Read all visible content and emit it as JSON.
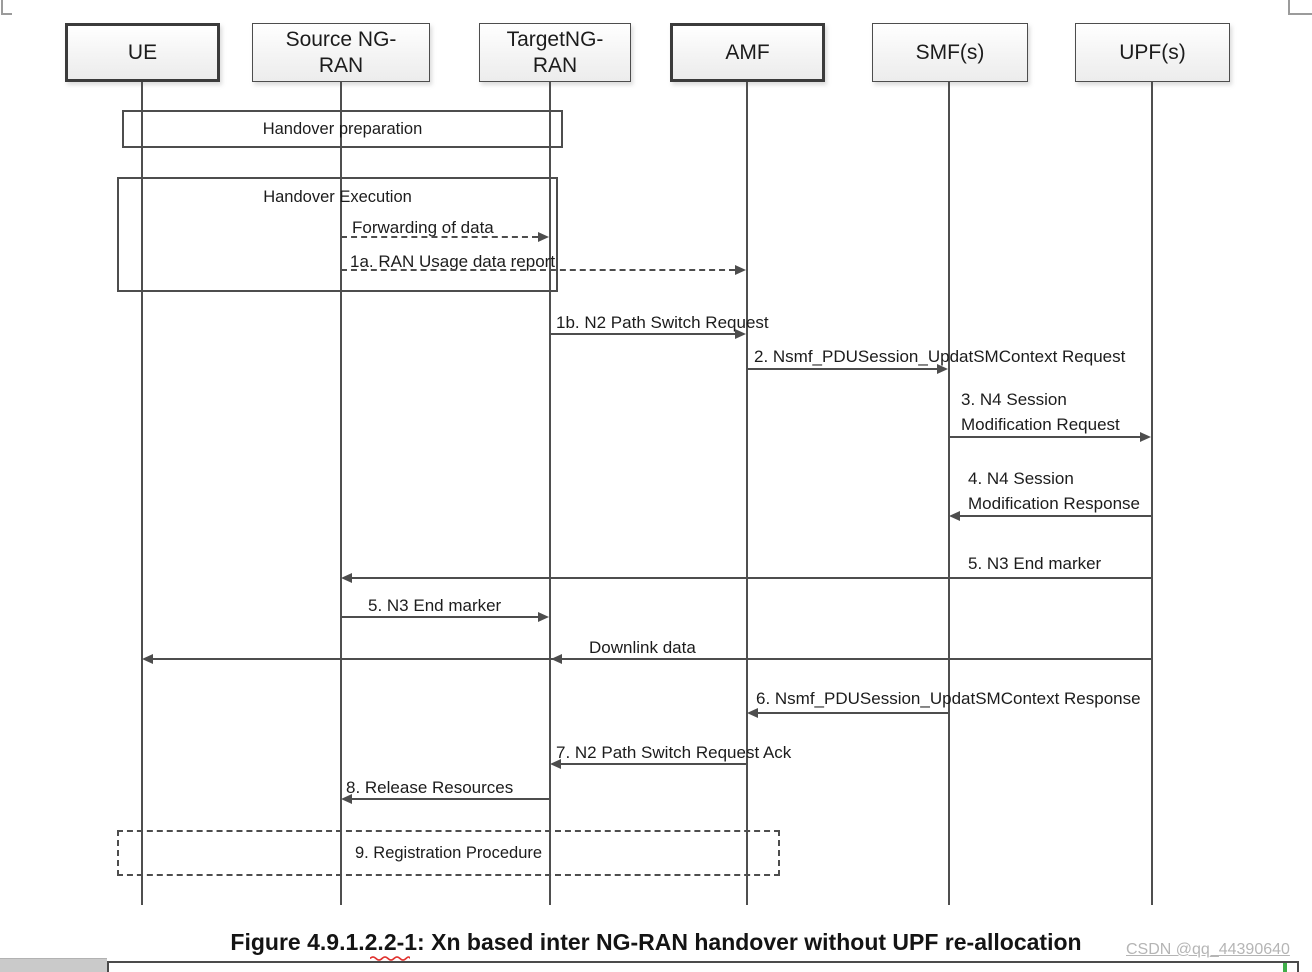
{
  "colors": {
    "diagram_line": "#4d4d4d",
    "text": "#1c1c1c",
    "watermark": "#b5b5b5",
    "spellcheck_squiggle": "#e0312e",
    "green_mark": "#3fae49"
  },
  "actors": [
    {
      "label": "UE"
    },
    {
      "label": "Source NG-\nRAN"
    },
    {
      "label": "TargetNG-\nRAN"
    },
    {
      "label": "AMF"
    },
    {
      "label": "SMF(s)"
    },
    {
      "label": "UPF(s)"
    }
  ],
  "frames": {
    "preparation": "Handover preparation",
    "execution": "Handover Execution",
    "registration": "9. Registration Procedure"
  },
  "messages": {
    "forwarding": "Forwarding of data",
    "m1a": "1a. RAN Usage data report",
    "m1b": "1b. N2 Path Switch Request",
    "m2": "2. Nsmf_PDUSession_UpdatSMContext Request",
    "m3": "3. N4 Session\nModification Request",
    "m4": "4. N4 Session\nModification Response",
    "m5_upf_to_source": "5. N3 End marker",
    "m5_source_to_target": "5. N3 End marker",
    "downlink": "Downlink data",
    "m6": "6. Nsmf_PDUSession_UpdatSMContext Response",
    "m7": "7. N2 Path Switch Request Ack",
    "m8": "8. Release Resources"
  },
  "caption": "Figure 4.9.1.2.2-1: Xn based inter NG-RAN handover without UPF re-allocation",
  "watermark": "CSDN @qq_44390640"
}
